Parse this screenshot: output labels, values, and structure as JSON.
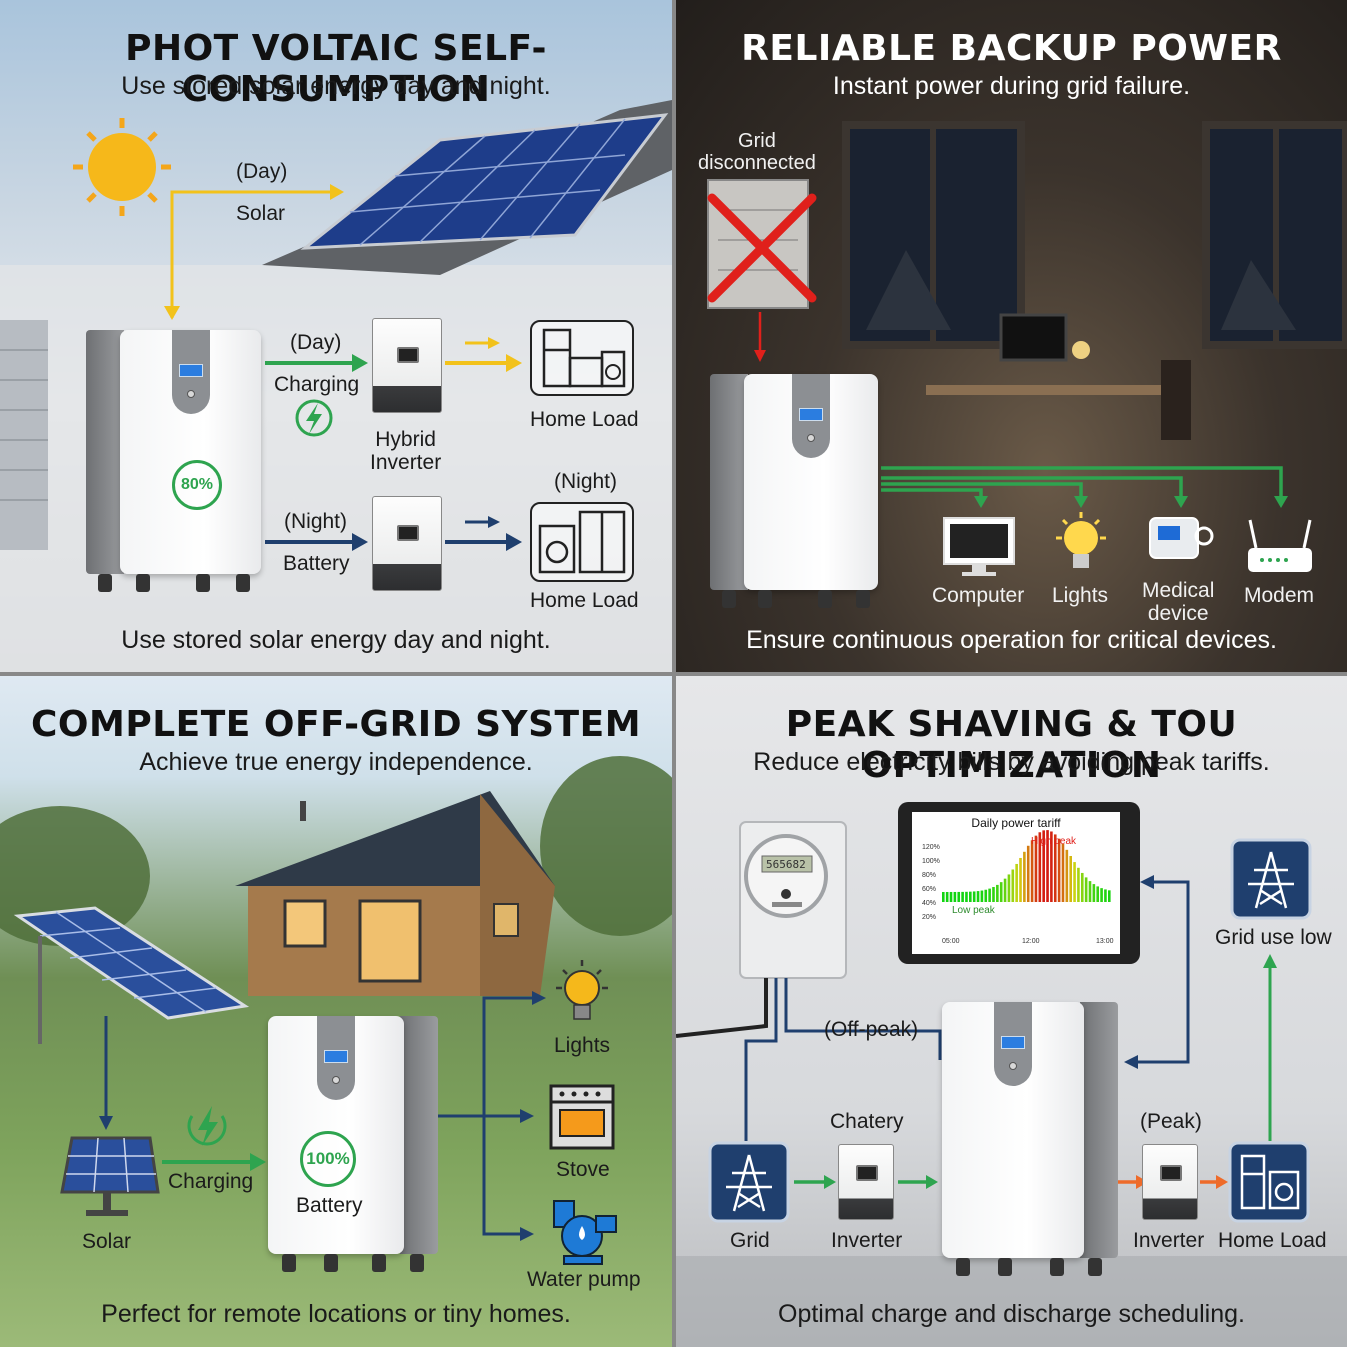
{
  "panel1": {
    "title": "PHOT VOLTAIC SELF-CONSUMPTION",
    "subtitle": "Use stored solar energy day and night.",
    "footer": "Use stored solar energy day and night.",
    "solar_day": "(Day)",
    "solar_label": "Solar",
    "charging_day": "(Day)",
    "charging_label": "Charging",
    "inverter_label": "Hybrid\nInverter",
    "home_load_day": "Home Load",
    "night_top": "(Night)",
    "battery_night": "(Night)",
    "battery_label": "Battery",
    "home_load_night": "Home Load",
    "soc": "80%"
  },
  "panel2": {
    "title": "RELIABLE BACKUP POWER",
    "subtitle": "Instant power during grid failure.",
    "footer": "Ensure continuous operation for critical devices.",
    "grid_status": "Grid\ndisconnected",
    "devices": [
      "Computer",
      "Lights",
      "Medical\ndevice",
      "Modem"
    ]
  },
  "panel3": {
    "title": "COMPLETE OFF-GRID SYSTEM",
    "subtitle": "Achieve true energy independence.",
    "footer": "Perfect for remote locations or tiny homes.",
    "solar_label": "Solar",
    "charging_label": "Charging",
    "battery_label": "Battery",
    "soc": "100%",
    "loads": [
      "Lights",
      "Stove",
      "Water pump"
    ]
  },
  "panel4": {
    "title": "PEAK SHAVING & TOU OPTIMIZATION",
    "subtitle": "Reduce electricity bills by avoiding peak tariffs.",
    "footer": "Optimal charge and discharge scheduling.",
    "meter_reading": "565682",
    "chart_title": "Daily power tariff",
    "high_peak": "High peak",
    "low_peak": "Low peak",
    "y_ticks": [
      "120%",
      "100%",
      "80%",
      "60%",
      "40%",
      "20%"
    ],
    "x_ticks": [
      "05:00",
      "12:00",
      "13:00"
    ],
    "grid_use_low": "Grid use low",
    "off_peak": "(Off-peak)",
    "chatery": "Chatery",
    "peak": "(Peak)",
    "grid_label": "Grid",
    "inverter_left": "Inverter",
    "inverter_right": "Inverter",
    "home_load": "Home Load"
  },
  "colors": {
    "charge_green": "#2ea44f",
    "solar_yellow": "#f2c21b",
    "flow_navy": "#1f3f6e",
    "alert_red": "#e0201b",
    "peak_orange": "#ee6b2a"
  }
}
